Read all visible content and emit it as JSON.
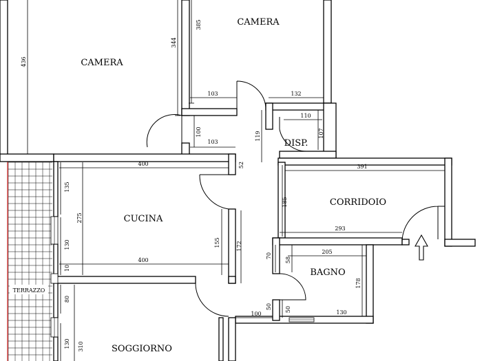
{
  "rooms": {
    "camera_left": "CAMERA",
    "camera_top": "CAMERA",
    "cucina": "CUCINA",
    "disp": "DISP.",
    "corridoio": "CORRIDOIO",
    "bagno": "BAGNO",
    "soggiorno": "SOGGIORNO",
    "terrazzo": "TERRAZZO"
  },
  "dimensions": {
    "d436": "436",
    "d344": "344",
    "d385": "385",
    "d103a": "103",
    "d132": "132",
    "d100a": "100",
    "d103b": "103",
    "d119": "119",
    "d110": "110",
    "d107": "107",
    "d400a": "400",
    "d52": "52",
    "d391": "391",
    "d135": "135",
    "d275": "275",
    "d185": "185",
    "d130a": "130",
    "d155": "155",
    "d172": "172",
    "d293": "293",
    "d205": "205",
    "d70": "70",
    "d58": "58",
    "d10": "10",
    "d400b": "400",
    "d178": "178",
    "d80": "80",
    "d100b": "100",
    "d50a": "50",
    "d50b": "50",
    "d130b": "130",
    "d130c": "130",
    "d310": "310"
  },
  "colors": {
    "wall": "#000000",
    "terrace_edge": "#d42020",
    "background": "#ffffff"
  },
  "icons": {
    "entrance": "entrance-arrow-icon"
  }
}
